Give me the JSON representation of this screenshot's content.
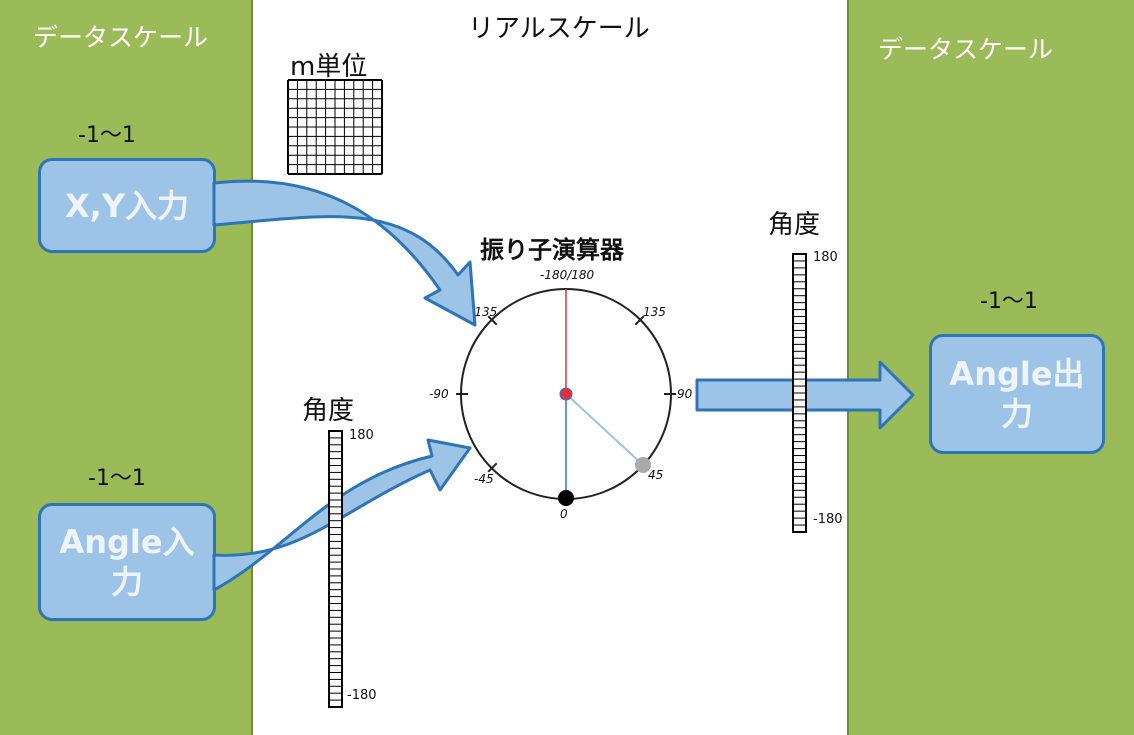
{
  "left_panel": {
    "title": "データスケール",
    "xy_range": "-1〜1",
    "xy_box": "X,Y入力",
    "angle_range": "-1〜1",
    "angle_box": "Angle入力"
  },
  "center": {
    "title": "リアルスケール",
    "grid_label": "m単位",
    "pendulum_title": "振り子演算器",
    "input_angle_label": "角度",
    "input_angle_max": "180",
    "input_angle_min": "-180",
    "dial_ticks": {
      "top": "-180/180",
      "left": "-90",
      "right": "90",
      "bottom": "0",
      "top_left": "-135",
      "top_right": "135",
      "bottom_left": "-45",
      "bottom_right": "45"
    },
    "output_angle_label": "角度",
    "output_angle_max": "180",
    "output_angle_min": "-180"
  },
  "right_panel": {
    "title": "データスケール",
    "range": "-1〜1",
    "box": "Angle出力"
  },
  "colors": {
    "panel_green": "#9bbb59",
    "box_fill": "#9dc3e6",
    "box_border": "#2e75b6",
    "arrow_fill": "#9dc3e6",
    "arrow_border": "#2e75b6",
    "pendulum_up": "#e0303a",
    "pendulum_down": "#2f6fe0",
    "pendulum_arm": "#9dc3e6",
    "weight_gray": "#aaaaaa"
  }
}
